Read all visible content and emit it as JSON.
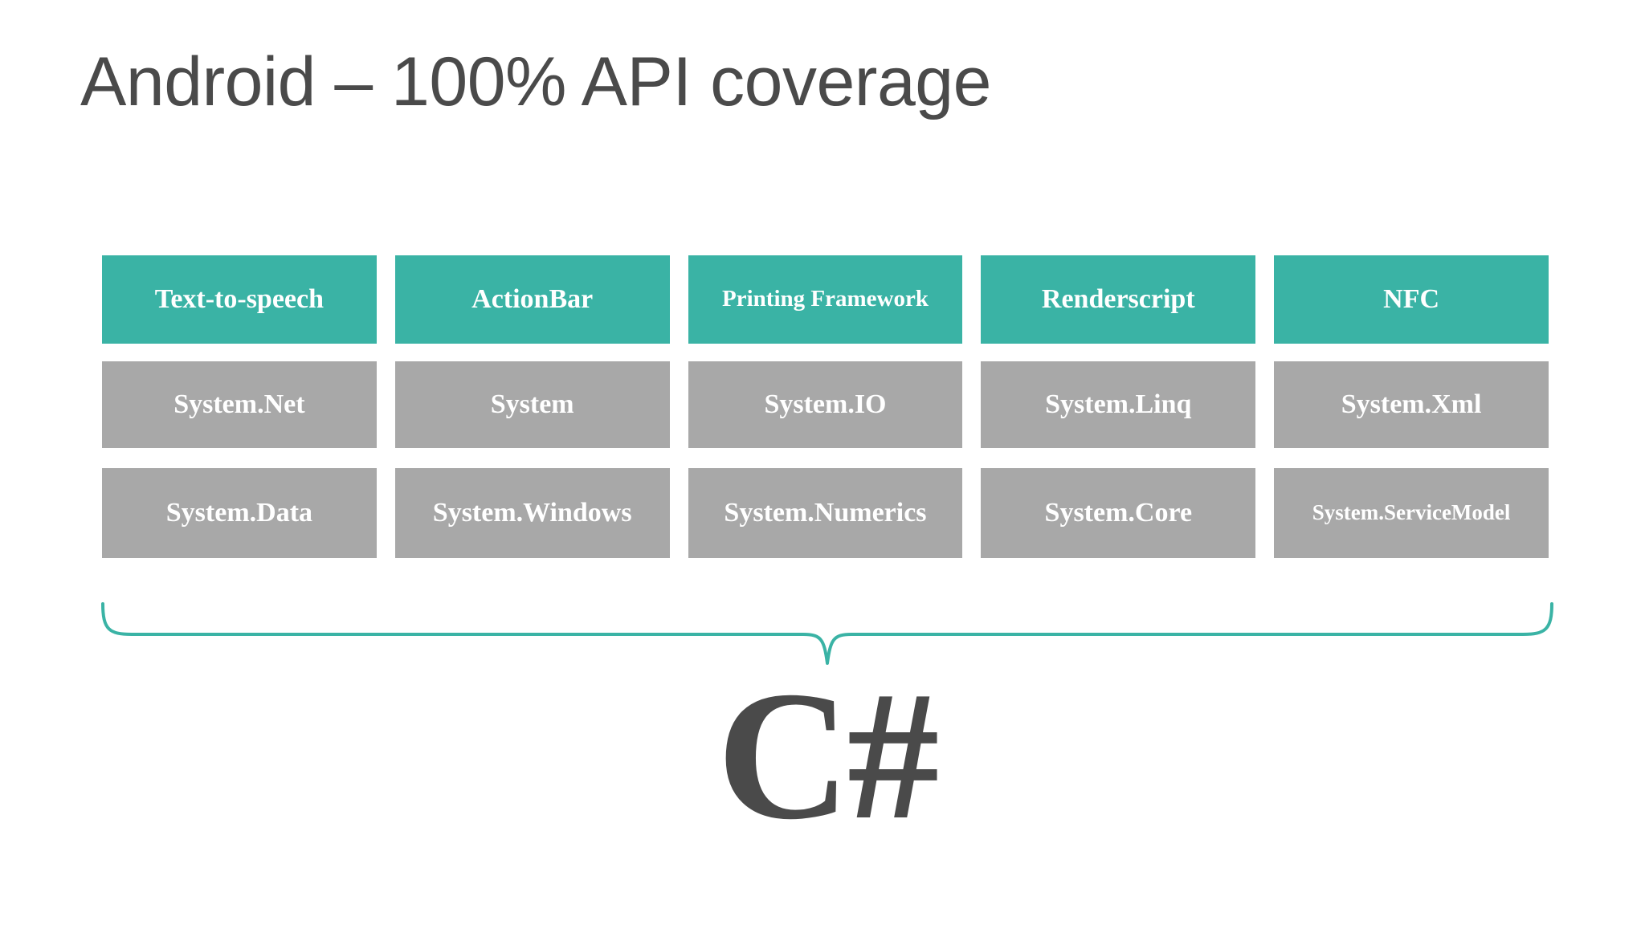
{
  "slide": {
    "title": "Android – 100% API coverage",
    "background_color": "#ffffff",
    "title_color": "#4a4a4a"
  },
  "palette": {
    "teal": "#3ab3a5",
    "gray": "#a8a8a8",
    "text_on_box": "#ffffff",
    "dark_text": "#4a4a4a",
    "brace_stroke": "#3ab3a5"
  },
  "grid": {
    "columns": 5,
    "rows": [
      {
        "name": "android-apis",
        "color": "#3ab3a5",
        "boxes": [
          {
            "label": "Text-to-speech",
            "size": "md"
          },
          {
            "label": "ActionBar",
            "size": "md"
          },
          {
            "label": "Printing Framework",
            "size": "sm"
          },
          {
            "label": "Renderscript",
            "size": "md"
          },
          {
            "label": "NFC",
            "size": "md"
          }
        ]
      },
      {
        "name": "bcl-namespaces-1",
        "color": "#a8a8a8",
        "boxes": [
          {
            "label": "System.Net",
            "size": "md"
          },
          {
            "label": "System",
            "size": "md"
          },
          {
            "label": "System.IO",
            "size": "md"
          },
          {
            "label": "System.Linq",
            "size": "md"
          },
          {
            "label": "System.Xml",
            "size": "md"
          }
        ]
      },
      {
        "name": "bcl-namespaces-2",
        "color": "#a8a8a8",
        "boxes": [
          {
            "label": "System.Data",
            "size": "md"
          },
          {
            "label": "System.Windows",
            "size": "md"
          },
          {
            "label": "System.Numerics",
            "size": "md"
          },
          {
            "label": "System.Core",
            "size": "md"
          },
          {
            "label": "System.ServiceModel",
            "size": "xs"
          }
        ]
      }
    ]
  },
  "brace": {
    "name": "curly-brace-down",
    "color": "#3ab3a5"
  },
  "footer": {
    "logo_text": "C#"
  }
}
